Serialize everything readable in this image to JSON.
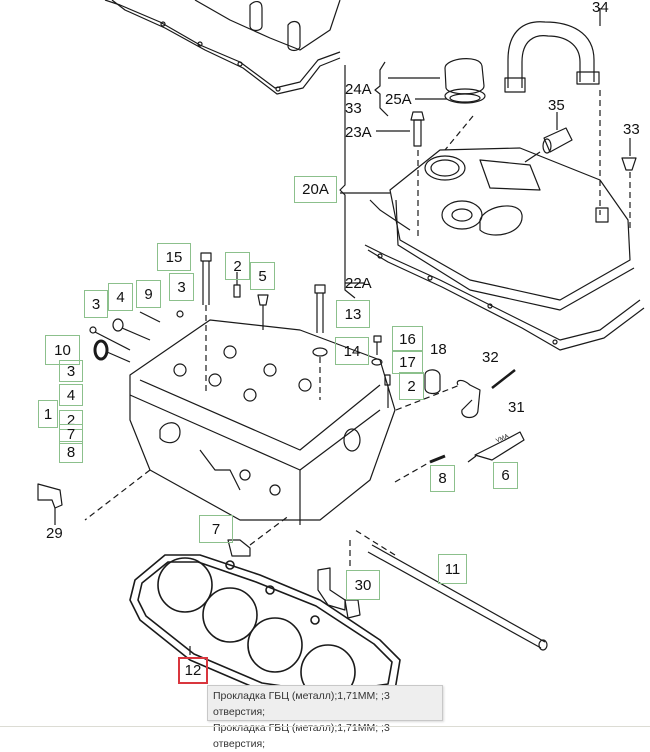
{
  "diagram": {
    "title": "Cylinder head exploded parts diagram",
    "callouts_boxed": [
      {
        "id": "20A",
        "label": "20A"
      },
      {
        "id": "15",
        "label": "15"
      },
      {
        "id": "2a",
        "label": "2"
      },
      {
        "id": "5",
        "label": "5"
      },
      {
        "id": "3a",
        "label": "3"
      },
      {
        "id": "4",
        "label": "4"
      },
      {
        "id": "9",
        "label": "9"
      },
      {
        "id": "3b",
        "label": "3"
      },
      {
        "id": "13",
        "label": "13"
      },
      {
        "id": "14",
        "label": "14"
      },
      {
        "id": "10",
        "label": "10"
      },
      {
        "id": "1",
        "label": "1"
      },
      {
        "id": "g3",
        "label": "3"
      },
      {
        "id": "g4",
        "label": "4"
      },
      {
        "id": "g2",
        "label": "2"
      },
      {
        "id": "g7",
        "label": "7"
      },
      {
        "id": "g8",
        "label": "8"
      },
      {
        "id": "16",
        "label": "16"
      },
      {
        "id": "17",
        "label": "17"
      },
      {
        "id": "2b",
        "label": "2"
      },
      {
        "id": "8",
        "label": "8"
      },
      {
        "id": "6",
        "label": "6"
      },
      {
        "id": "7",
        "label": "7"
      },
      {
        "id": "30",
        "label": "30"
      },
      {
        "id": "11",
        "label": "11"
      },
      {
        "id": "12",
        "label": "12",
        "selected": true
      }
    ],
    "labels_plain": [
      {
        "id": "34",
        "label": "34"
      },
      {
        "id": "24A",
        "label": "24A"
      },
      {
        "id": "25A",
        "label": "25A"
      },
      {
        "id": "33a",
        "label": "33"
      },
      {
        "id": "23A",
        "label": "23A"
      },
      {
        "id": "35",
        "label": "35"
      },
      {
        "id": "33b",
        "label": "33"
      },
      {
        "id": "22A",
        "label": "22A"
      },
      {
        "id": "18",
        "label": "18"
      },
      {
        "id": "32",
        "label": "32"
      },
      {
        "id": "31",
        "label": "31"
      },
      {
        "id": "29",
        "label": "29"
      }
    ],
    "tube_marking": "VMA"
  },
  "tooltip": {
    "lines": [
      "Прокладка ГБЦ (металл);1,71ММ; ;3 отверстия;",
      "Прокладка ГБЦ (металл);1,71ММ; ;3 отверстия;"
    ]
  },
  "colors": {
    "callout_border": "#8cc08c",
    "selected_border": "#d9363e",
    "tooltip_bg": "#eeeeee",
    "line": "#1a1a1a"
  }
}
